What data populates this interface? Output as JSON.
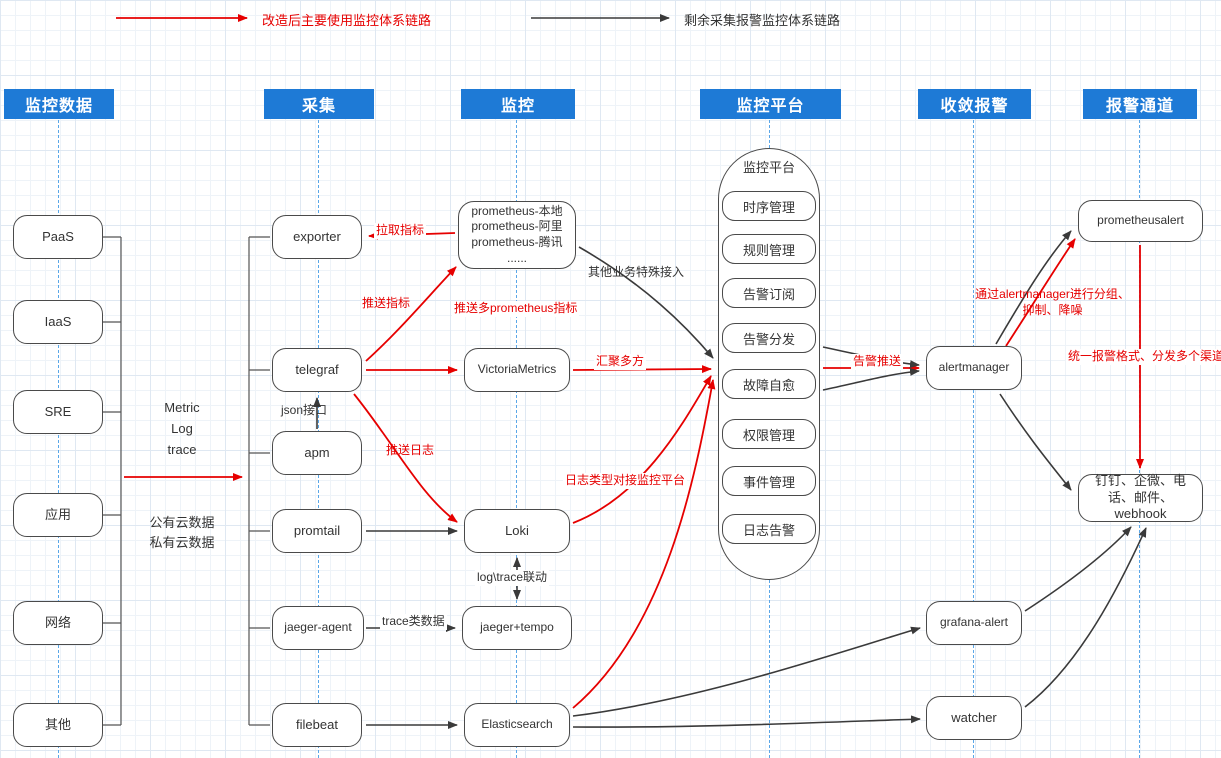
{
  "legend": {
    "red": "改造后主要使用监控体系链路",
    "black": "剩余采集报警监控体系链路"
  },
  "headers": [
    "监控数据",
    "采集",
    "监控",
    "监控平台",
    "收敛报警",
    "报警通道"
  ],
  "sources": [
    "PaaS",
    "IaaS",
    "SRE",
    "应用",
    "网络",
    "其他"
  ],
  "notes": {
    "metric": "Metric",
    "log": "Log",
    "trace": "trace",
    "public_cloud": "公有云数据",
    "private_cloud": "私有云数据"
  },
  "collect": [
    "exporter",
    "telegraf",
    "apm",
    "promtail",
    "jaeger-agent",
    "filebeat"
  ],
  "monitor": {
    "prometheus": [
      "prometheus-本地",
      "prometheus-阿里",
      "prometheus-腾讯",
      "......"
    ],
    "victoriametrics": "VictoriaMetrics",
    "loki": "Loki",
    "jaeger_tempo": "jaeger+tempo",
    "elasticsearch": "Elasticsearch"
  },
  "platform": {
    "title": "监控平台",
    "items": [
      "时序管理",
      "规则管理",
      "告警订阅",
      "告警分发",
      "故障自愈",
      "权限管理",
      "事件管理",
      "日志告警"
    ]
  },
  "converge": [
    "alertmanager",
    "grafana-alert",
    "watcher"
  ],
  "channel": {
    "prometheusalert": "prometheusalert",
    "endpoints": "钉钉、企微、电话、邮件、webhook"
  },
  "edge_labels": {
    "pull_metrics": "拉取指标",
    "push_metrics": "推送指标",
    "push_multi_prom": "推送多prometheus指标",
    "other_access": "其他业务特殊接入",
    "json_api": "json接口",
    "push_logs": "推送日志",
    "aggregate": "汇聚多方",
    "log_to_platform": "日志类型对接监控平台",
    "log_trace_link": "log\\trace联动",
    "trace_data": "trace类数据",
    "alert_push": "告警推送",
    "via_alertmanager": "通过alertmanager进行分组、抑制、降噪",
    "unified_format": "统一报警格式、分发多个渠道"
  },
  "colors": {
    "header_bg": "#1e7ad6",
    "red_line": "#e60000",
    "black_line": "#3a3a3a",
    "dashed_blue": "#5aa7e8"
  }
}
